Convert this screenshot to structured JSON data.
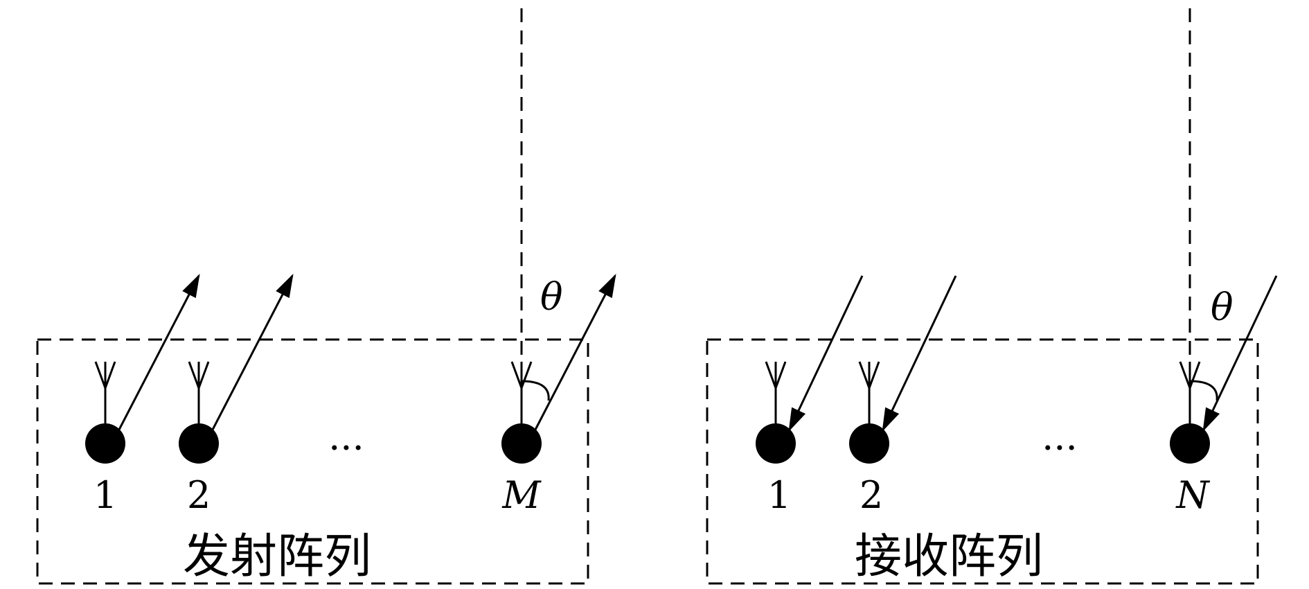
{
  "diagram": {
    "colors": {
      "stroke": "#000000",
      "background": "#ffffff"
    },
    "transmit": {
      "title": "发射阵列",
      "elements": [
        "1",
        "2",
        "M"
      ],
      "ellipsis": "···",
      "angle_label": "θ"
    },
    "receive": {
      "title": "接收阵列",
      "elements": [
        "1",
        "2",
        "N"
      ],
      "ellipsis": "···",
      "angle_label": "θ"
    }
  }
}
